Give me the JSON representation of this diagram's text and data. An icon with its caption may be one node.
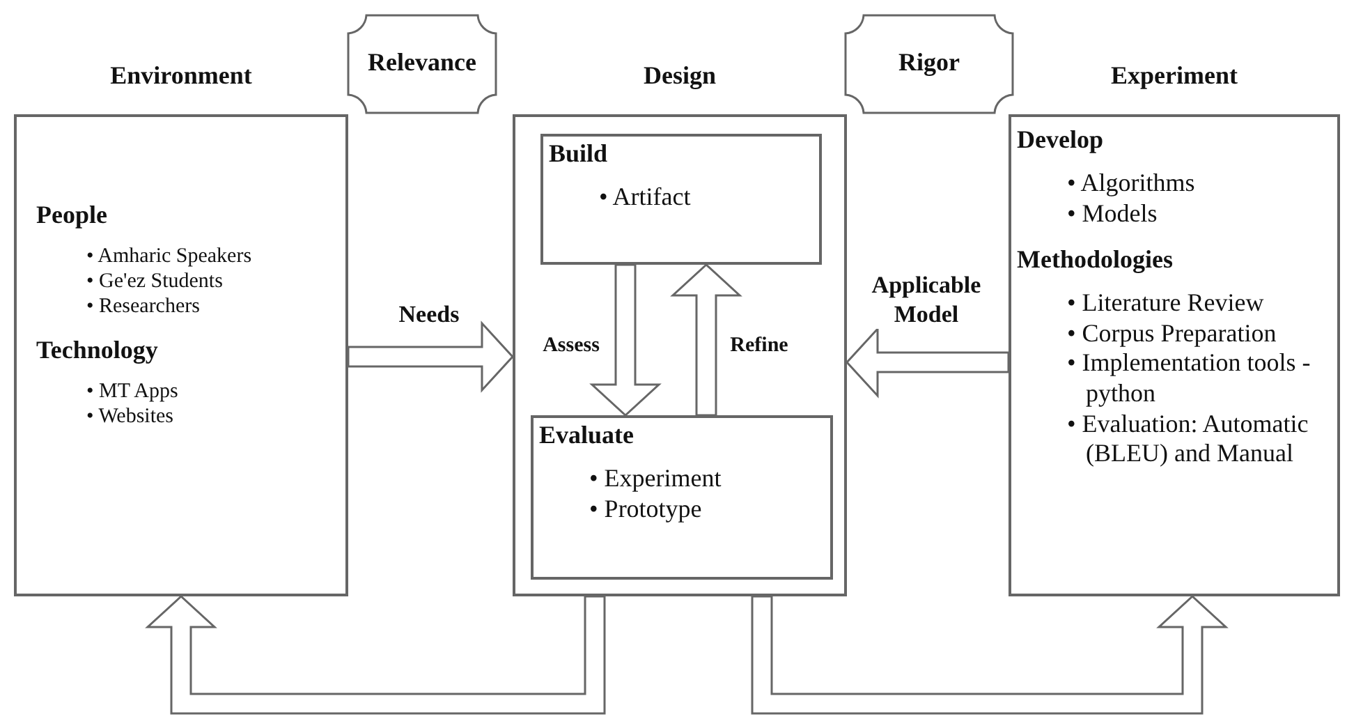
{
  "diagram": {
    "nodes": [
      {
        "text": [
          "Environment",
          "People",
          "• Amharic Speakers",
          "• Ge'ez Students",
          "• Researchers",
          "Technology",
          "• MT Apps",
          "• Websites"
        ]
      },
      {
        "text": [
          "Relevance"
        ]
      },
      {
        "text": [
          "Design"
        ]
      },
      {
        "text": [
          "Build",
          "• Artifact"
        ],
        "in": 2
      },
      {
        "text": [
          "Evaluate",
          "• Experiment",
          "• Prototype"
        ],
        "in": 2
      },
      {
        "text": [
          "Rigor"
        ]
      },
      {
        "text": [
          "Experiment",
          "Develop",
          "• Algorithms",
          "• Models",
          "Methodologies",
          "• Literature Review",
          "• Corpus Preparation",
          "• Implementation tools - python",
          "• Evaluation: Automatic (BLEU) and Manual"
        ]
      }
    ],
    "edges": [
      {
        "from": 0,
        "to": 2,
        "arrow": "to",
        "label": "Needs"
      },
      {
        "from": 3,
        "to": 4,
        "arrow": "to",
        "label": "Assess"
      },
      {
        "from": 4,
        "to": 3,
        "arrow": "to",
        "label": "Refine"
      },
      {
        "from": 6,
        "to": 2,
        "arrow": "to",
        "label": "Applicable Model"
      },
      {
        "from": 2,
        "to": 0,
        "arrow": "to"
      },
      {
        "from": 2,
        "to": 6,
        "arrow": "to"
      }
    ]
  }
}
